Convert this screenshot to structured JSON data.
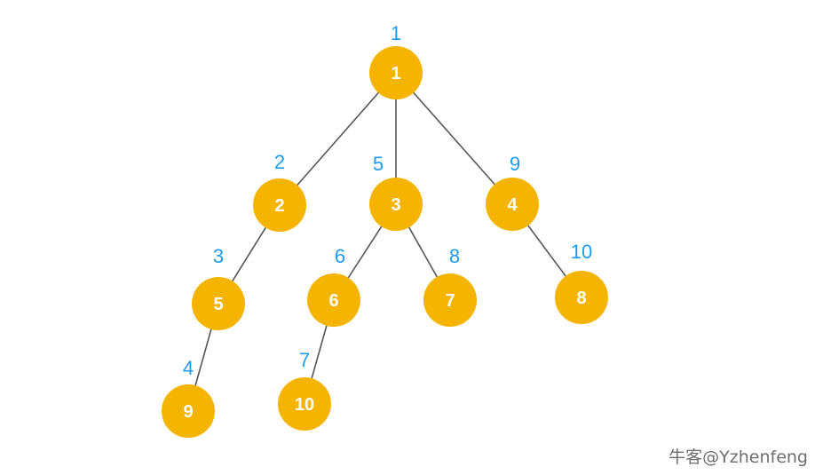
{
  "colors": {
    "node_fill": "#f5b400",
    "node_text": "#ffffff",
    "order_label": "#1e9bf0",
    "edge": "#555555"
  },
  "tree": {
    "nodes": [
      {
        "id": "1",
        "label": "1",
        "order": "1"
      },
      {
        "id": "2",
        "label": "2",
        "order": "2"
      },
      {
        "id": "3",
        "label": "3",
        "order": "5"
      },
      {
        "id": "4",
        "label": "4",
        "order": "9"
      },
      {
        "id": "5",
        "label": "5",
        "order": "3"
      },
      {
        "id": "6",
        "label": "6",
        "order": "6"
      },
      {
        "id": "7",
        "label": "7",
        "order": "8"
      },
      {
        "id": "8",
        "label": "8",
        "order": "10"
      },
      {
        "id": "9",
        "label": "9",
        "order": "4"
      },
      {
        "id": "10",
        "label": "10",
        "order": "7"
      }
    ],
    "edges": [
      {
        "from": "1",
        "to": "2"
      },
      {
        "from": "1",
        "to": "3"
      },
      {
        "from": "1",
        "to": "4"
      },
      {
        "from": "2",
        "to": "5"
      },
      {
        "from": "5",
        "to": "9"
      },
      {
        "from": "3",
        "to": "6"
      },
      {
        "from": "3",
        "to": "7"
      },
      {
        "from": "6",
        "to": "10"
      },
      {
        "from": "4",
        "to": "8"
      }
    ]
  },
  "watermark": "牛客@Yzhenfeng"
}
